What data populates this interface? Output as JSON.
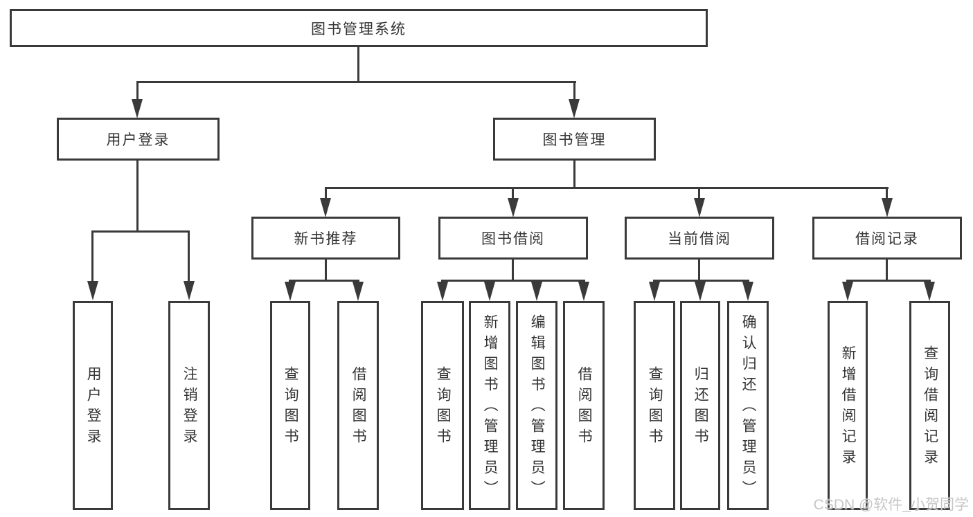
{
  "colors": {
    "line": "#3a3a3a",
    "text": "#333333",
    "background": "#ffffff",
    "watermark": "#c6c6c6"
  },
  "watermark": {
    "text": "CSDN @软件_小贺同学"
  },
  "tree": {
    "label": "图书管理系统",
    "children": [
      {
        "label": "用户登录",
        "children": [
          {
            "label": "用户登录"
          },
          {
            "label": "注销登录"
          }
        ]
      },
      {
        "label": "图书管理",
        "children": [
          {
            "label": "新书推荐",
            "children": [
              {
                "label": "查询图书"
              },
              {
                "label": "借阅图书"
              }
            ]
          },
          {
            "label": "图书借阅",
            "children": [
              {
                "label": "查询图书"
              },
              {
                "label": "新增图书（管理员）"
              },
              {
                "label": "编辑图书（管理员）"
              },
              {
                "label": "借阅图书"
              }
            ]
          },
          {
            "label": "当前借阅",
            "children": [
              {
                "label": "查询图书"
              },
              {
                "label": "归还图书"
              },
              {
                "label": "确认归还（管理员）"
              }
            ]
          },
          {
            "label": "借阅记录",
            "children": [
              {
                "label": "新增借阅记录"
              },
              {
                "label": "查询借阅记录"
              }
            ]
          }
        ]
      }
    ]
  }
}
